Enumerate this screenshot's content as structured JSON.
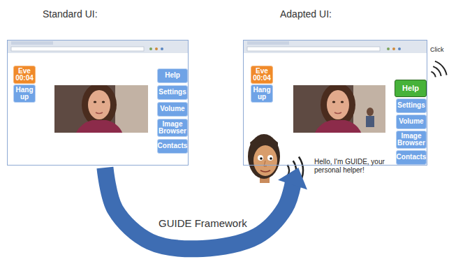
{
  "diagram": {
    "nodes": [
      {
        "text": [
          "Standard UI:"
        ]
      },
      {
        "text": [
          "Eve 00:04"
        ],
        "in": 0
      },
      {
        "text": [
          "Hang up"
        ],
        "in": 0
      },
      {
        "text": [
          "Help"
        ],
        "in": 0
      },
      {
        "text": [
          "Settings"
        ],
        "in": 0
      },
      {
        "text": [
          "Volume"
        ],
        "in": 0
      },
      {
        "text": [
          "Image Browser"
        ],
        "in": 0
      },
      {
        "text": [
          "Contacts"
        ],
        "in": 0
      },
      {
        "text": [
          "Adapted UI:"
        ]
      },
      {
        "text": [
          "Eve 00:04"
        ],
        "in": 8
      },
      {
        "text": [
          "Hang up"
        ],
        "in": 8
      },
      {
        "text": [
          "Help"
        ],
        "in": 8
      },
      {
        "text": [
          "Settings"
        ],
        "in": 8
      },
      {
        "text": [
          "Volume"
        ],
        "in": 8
      },
      {
        "text": [
          "Image Browser"
        ],
        "in": 8
      },
      {
        "text": [
          "Contacts"
        ],
        "in": 8
      }
    ],
    "edges": [
      {
        "from": 0,
        "to": 8,
        "arrow": "to",
        "label": "GUIDE Framework"
      }
    ],
    "labels": [
      "Click",
      "Hello, I'm GUIDE, your personal helper!"
    ]
  }
}
